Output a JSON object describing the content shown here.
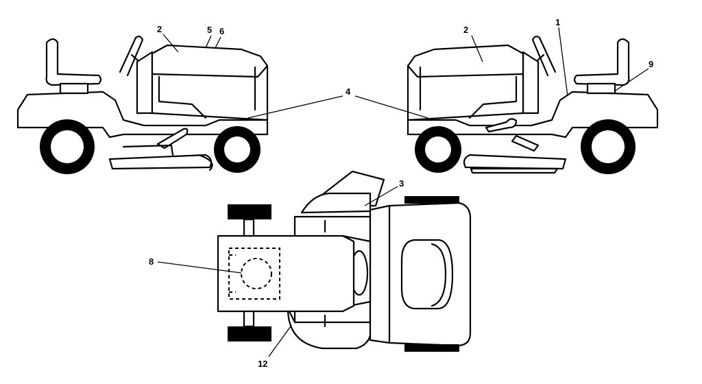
{
  "callouts": {
    "c1": "1",
    "c2_left": "2",
    "c2_right": "2",
    "c3": "3",
    "c4": "4",
    "c5": "5",
    "c6": "6",
    "c8": "8",
    "c9": "9",
    "c12": "12"
  },
  "colors": {
    "line": "#000000",
    "background": "#ffffff"
  }
}
